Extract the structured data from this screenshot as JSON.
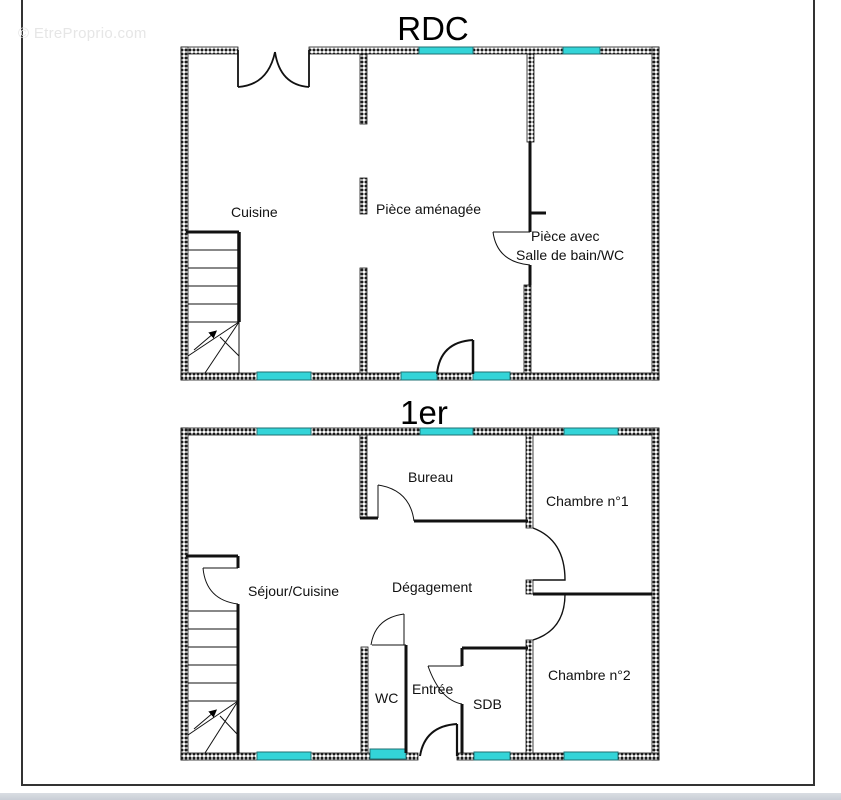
{
  "watermark": "© EtreProprio.com",
  "colors": {
    "wall": "#1a1a1a",
    "window": "#33d4d8",
    "window_border": "#1f6f72",
    "background": "#ffffff"
  },
  "floors": [
    {
      "title": "RDC",
      "rooms": [
        {
          "label": "Cuisine"
        },
        {
          "label": "Pièce aménagée"
        },
        {
          "label_line1": "Pièce avec",
          "label_line2": "Salle de bain/WC"
        }
      ]
    },
    {
      "title": "1er",
      "rooms": [
        {
          "label": "Bureau"
        },
        {
          "label": "Chambre n°1"
        },
        {
          "label": "Séjour/Cuisine"
        },
        {
          "label": "Dégagement"
        },
        {
          "label": "Chambre n°2"
        },
        {
          "label": "WC"
        },
        {
          "label": "Entrée"
        },
        {
          "label": "SDB"
        }
      ]
    }
  ]
}
